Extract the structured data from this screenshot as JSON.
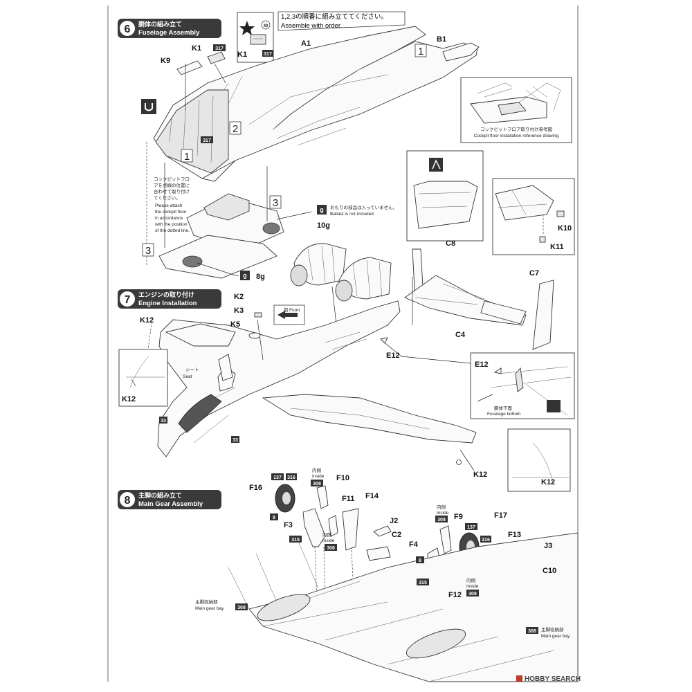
{
  "sections": {
    "fuselage": {
      "number": "6",
      "title_jp": "胴体の組み立て",
      "title_en": "Fuselage Assembly"
    },
    "engine": {
      "number": "7",
      "title_jp": "エンジンの取り付け",
      "title_en": "Engine Installation"
    },
    "main_gear": {
      "number": "8",
      "title_jp": "主脚の組み立て",
      "title_en": "Main Gear Assembly"
    }
  },
  "notes": {
    "order_jp": "1,2,3の順番に組み立ててください。",
    "order_en": "Assemble with order.",
    "cockpit_floor_jp": "コックピットフロア取り付け参考図",
    "cockpit_floor_en": "Cockpit floor installation reference drawing",
    "attach_jp_1": "コックピットフロ",
    "attach_jp_2": "アを点線の位置に",
    "attach_jp_3": "合わせて取り付け",
    "attach_jp_4": "てください。",
    "attach_en_1": "Please attach",
    "attach_en_2": "the cockpit floor",
    "attach_en_3": "in accordance",
    "attach_en_4": "with the position",
    "attach_en_5": "of the dotted line.",
    "ballast_jp": "おもりの部品は入っていません。",
    "ballast_en": "Ballast is not included",
    "weight_10": "10g",
    "weight_8": "8g",
    "front_jp": "前",
    "front_en": "Front",
    "seat_jp": "シート",
    "seat_en": "Seat",
    "fus_bottom_jp": "胴体下面",
    "fus_bottom_en": "Fuselage bottom",
    "inside_jp": "内側",
    "inside_en": "Inside",
    "gearbay_jp": "主脚収納部",
    "gearbay_en": "Main gear bay"
  },
  "steps": {
    "s1": "1",
    "s2": "2",
    "s3": "3"
  },
  "parts": {
    "A1": "A1",
    "B1": "B1",
    "K1": "K1",
    "K9": "K9",
    "K2": "K2",
    "K3": "K3",
    "K5": "K5",
    "K10": "K10",
    "K11": "K11",
    "K12": "K12",
    "C4": "C4",
    "C7": "C7",
    "C8": "C8",
    "E12": "E12",
    "F3": "F3",
    "F4": "F4",
    "F9": "F9",
    "F10": "F10",
    "F11": "F11",
    "F12": "F12",
    "F13": "F13",
    "F14": "F14",
    "F16": "F16",
    "F17": "F17",
    "J2": "J2",
    "J3": "J3",
    "C2": "C2",
    "C10": "C10"
  },
  "colors": {
    "c317": "317",
    "c40": "40",
    "c33": "33",
    "c8": "8",
    "c137": "137",
    "c316": "316",
    "c308": "308",
    "c315": "315"
  },
  "icons": [
    "star-icon",
    "paint-icon",
    "weight-icon",
    "cement-icon",
    "front-arrow-icon"
  ],
  "footer": {
    "brand": "HOBBY SEARCH"
  }
}
